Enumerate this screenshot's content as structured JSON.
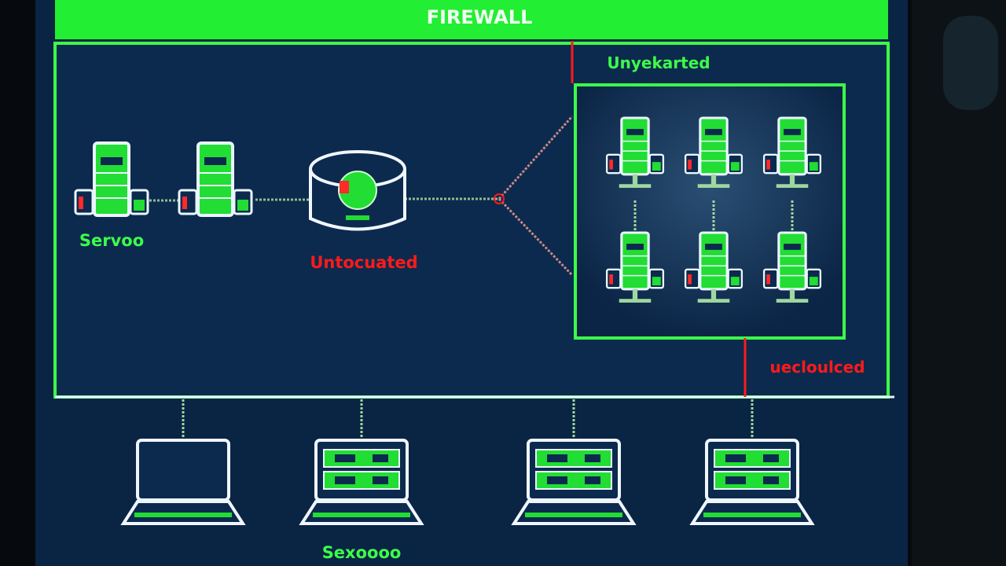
{
  "diagram": {
    "title": "FIREWALL",
    "labels": {
      "cluster_label": "Unyekarted",
      "servers_label": "Servoo",
      "database_label": "Untocuated",
      "cluster_link_label": "uecloulced",
      "clients_label": "Sexoooo"
    },
    "nodes": {
      "servers": 2,
      "cluster_servers": 6,
      "clients": 4
    },
    "colors": {
      "accent_green": "#22ff44",
      "alert_red": "#ff1a1a",
      "panel_blue": "#0b2a4e",
      "outline_white": "#e8f4ff"
    }
  }
}
